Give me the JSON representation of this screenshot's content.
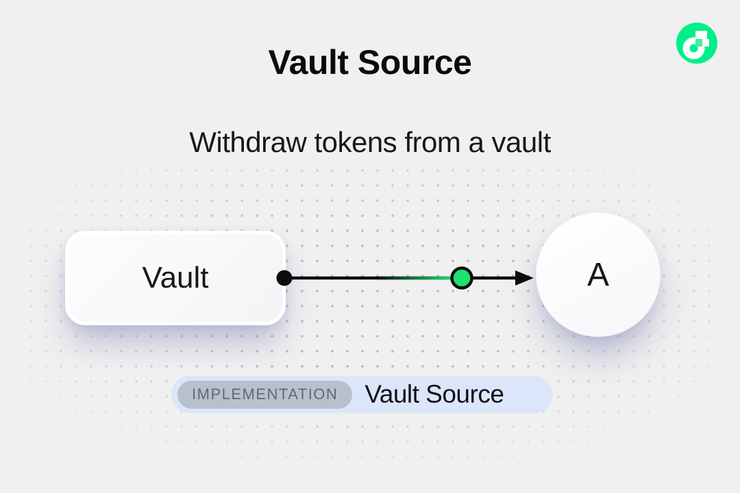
{
  "header": {
    "title": "Vault Source",
    "subtitle": "Withdraw tokens from a vault"
  },
  "logo": {
    "name": "Flow",
    "background_color": "#00EF8B",
    "glyph_color": "#FFFFFF",
    "accent_square_color": "#41F09F"
  },
  "diagram": {
    "source_node": {
      "label": "Vault",
      "shape": "rounded-rect"
    },
    "target_node": {
      "label": "A",
      "shape": "circle"
    },
    "edge": {
      "direction": "left-to-right",
      "line_color": "#0b0b0c",
      "marker_fill": "#1EE170",
      "marker_stroke": "#0b0b0c"
    }
  },
  "badge": {
    "tag": "IMPLEMENTATION",
    "label": "Vault Source",
    "pill_background": "#DBE6FB",
    "tag_background": "#B8C0CE",
    "tag_text_color": "#5F6976"
  },
  "background": {
    "color": "#F0F0F0",
    "dot_color": "#94969E"
  }
}
